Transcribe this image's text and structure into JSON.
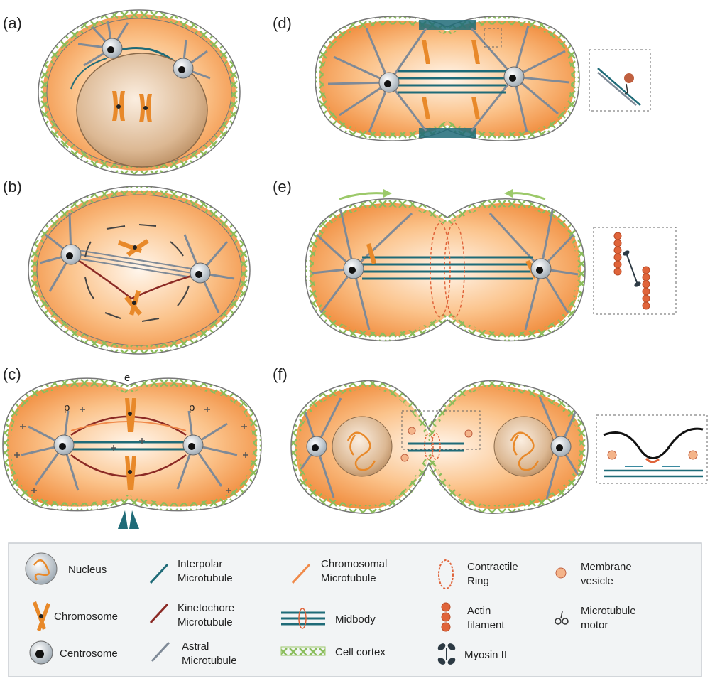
{
  "panels": [
    {
      "id": "a",
      "label": "(a)"
    },
    {
      "id": "b",
      "label": "(b)"
    },
    {
      "id": "c",
      "label": "(c)"
    },
    {
      "id": "d",
      "label": "(d)"
    },
    {
      "id": "e",
      "label": "(e)"
    },
    {
      "id": "f",
      "label": "(f)"
    }
  ],
  "panel_c_labels": {
    "equator": "e",
    "pole_left": "p",
    "pole_right": "p"
  },
  "legend": {
    "nucleus": "Nucleus",
    "chromosome": "Chromosome",
    "centrosome": "Centrosome",
    "interpolar": [
      "Interpolar",
      "Microtubule"
    ],
    "kinetochore": [
      "Kinetochore",
      "Microtubule"
    ],
    "astral": [
      "Astral",
      "Microtubule"
    ],
    "chromosomal": [
      "Chromosomal",
      "Microtubule"
    ],
    "midbody": "Midbody",
    "cell_cortex": "Cell cortex",
    "contractile_ring": [
      "Contractile",
      "Ring"
    ],
    "actin": [
      "Actin",
      "filament"
    ],
    "myosin": "Myosin II",
    "membrane_vesicle": [
      "Membrane",
      "vesicle"
    ],
    "motor": [
      "Microtubule",
      "motor"
    ]
  },
  "colors": {
    "cell_fill": "#f6a35a",
    "cortex": "#9cc96a",
    "interpolar": "#1f6b78",
    "kinetochore": "#8b2a25",
    "astral": "#7f8a97",
    "chromosome": "#e8892a",
    "nucleus": "#cfa57a"
  }
}
